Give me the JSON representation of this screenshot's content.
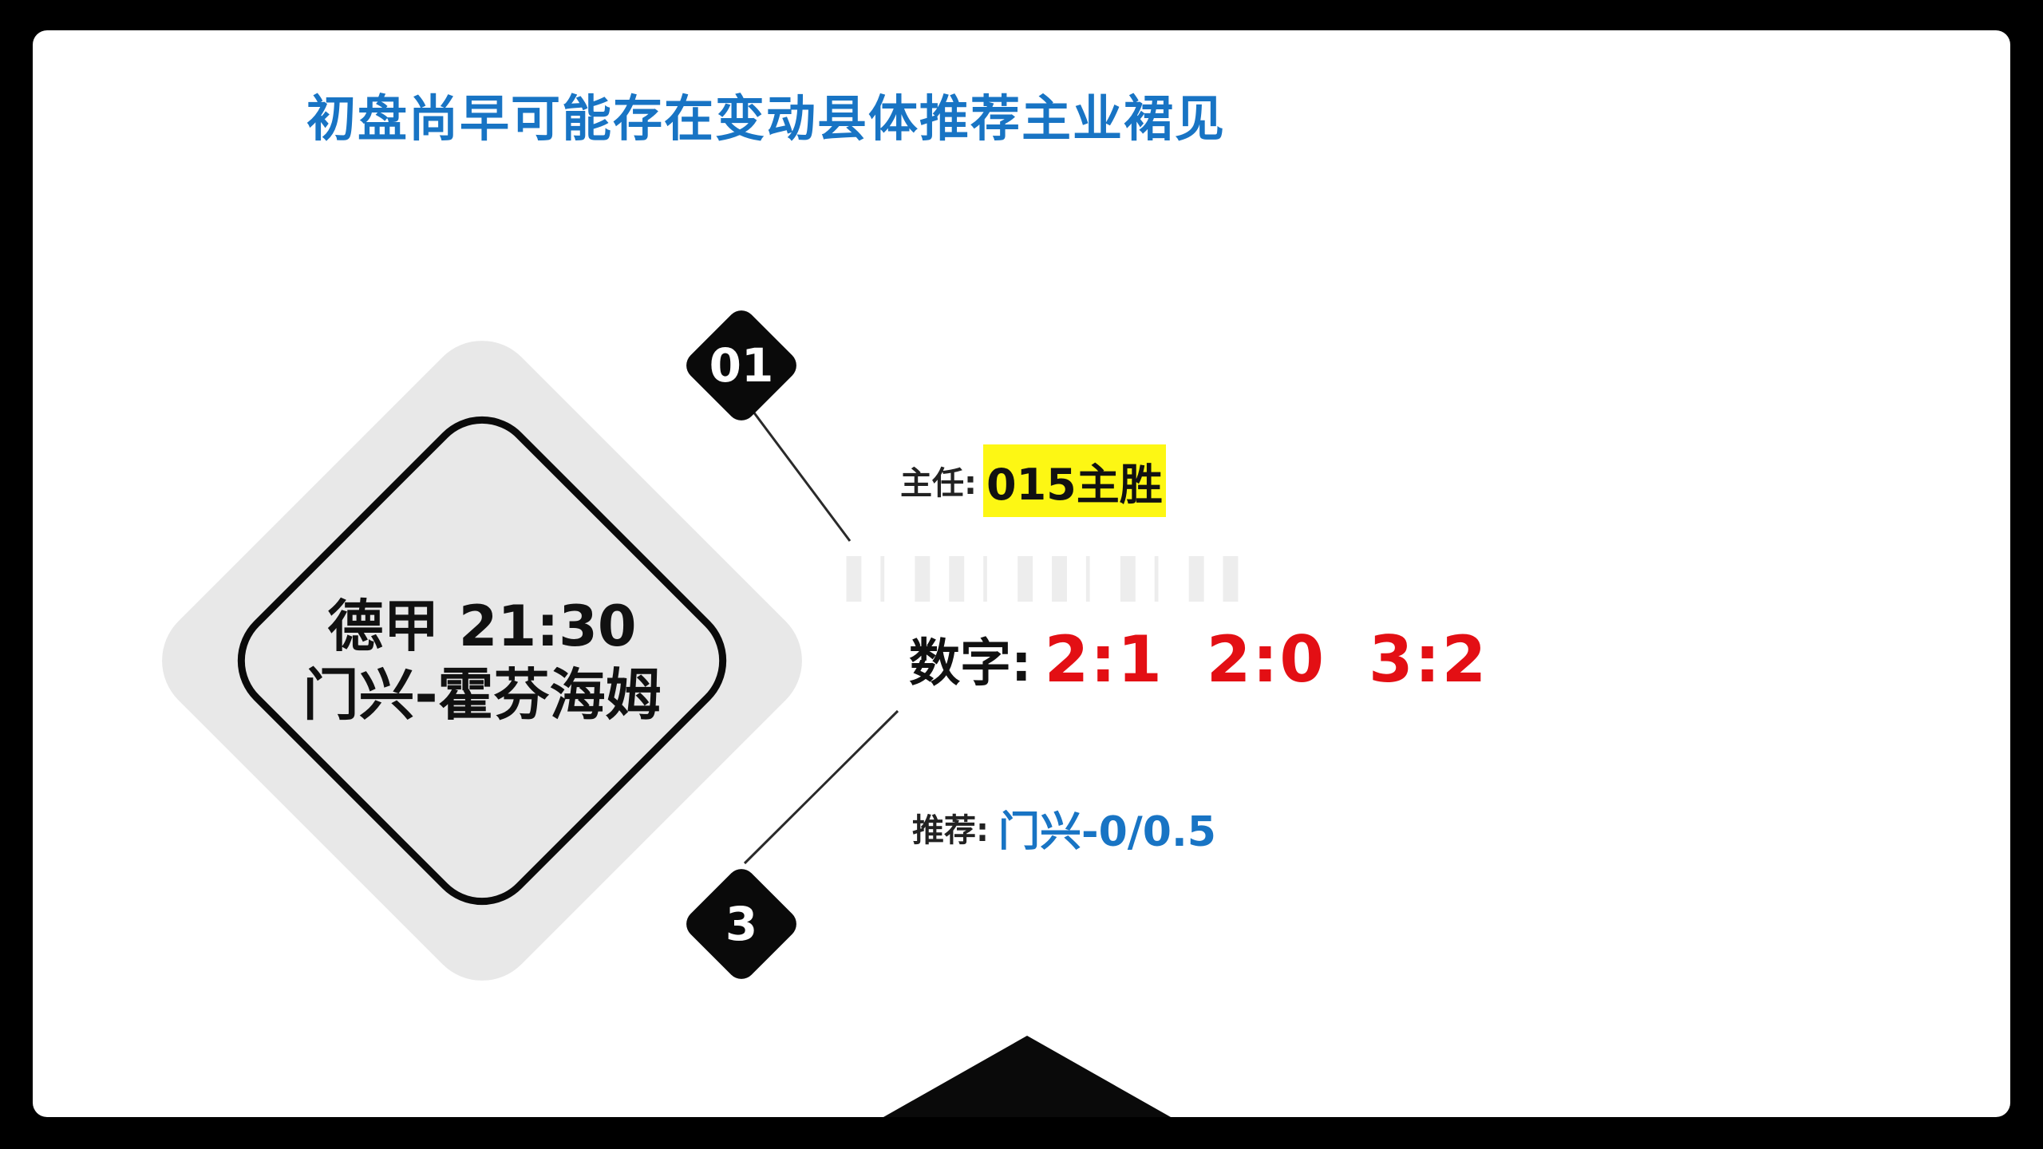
{
  "headline": "初盘尚早可能存在变动县体推荐主业裙见",
  "match": {
    "league_time": "德甲  21:30",
    "teams": "门兴-霍芬海姆"
  },
  "badges": {
    "top": "01",
    "bottom": "3"
  },
  "main_pick": {
    "label": "主任:",
    "value": "015主胜"
  },
  "scores": {
    "label": "数字:",
    "value": "2:1  2:0  3:2"
  },
  "recommendation": {
    "label": "推荐:",
    "value": "门兴-0/0.5"
  },
  "colors": {
    "headline": "#1874c4",
    "score": "#e30f14",
    "highlight": "#fdf714",
    "recommendation": "#1874c4"
  }
}
